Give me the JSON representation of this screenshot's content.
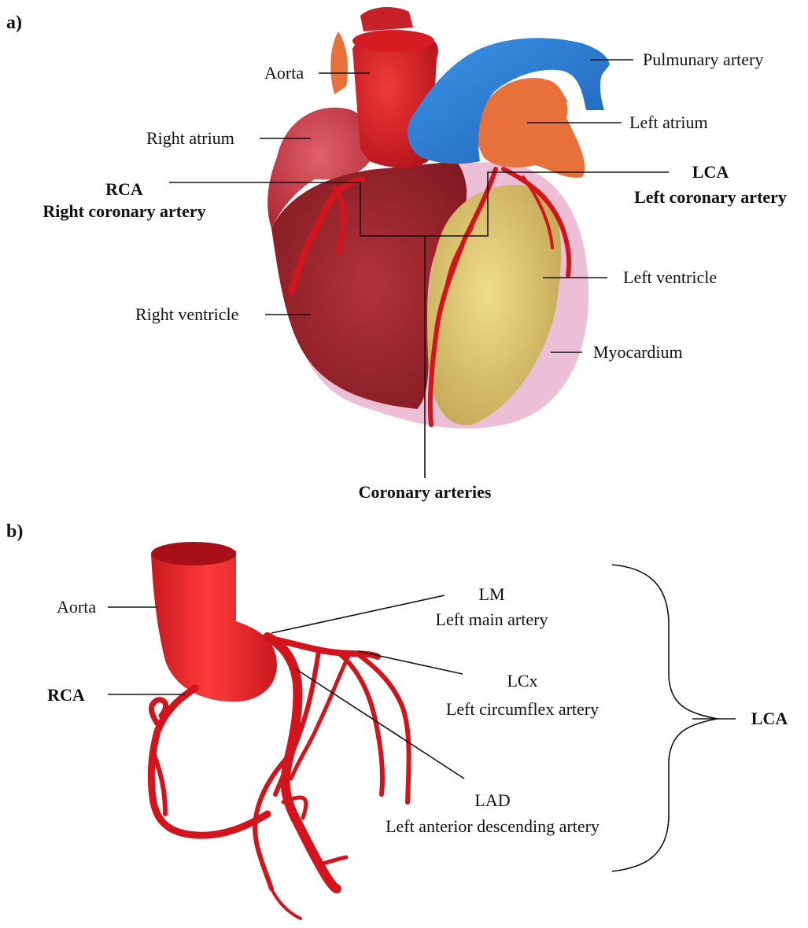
{
  "panel_a": {
    "tag": "a)",
    "labels": {
      "aorta": "Aorta",
      "pulmunary_artery": "Pulmunary artery",
      "right_atrium": "Right atrium",
      "left_atrium": "Left atrium",
      "rca_abbr": "RCA",
      "rca_full": "Right coronary artery",
      "lca_abbr": "LCA",
      "lca_full": "Left coronary artery",
      "left_ventricle": "Left ventricle",
      "right_ventricle": "Right ventricle",
      "myocardium": "Myocardium",
      "coronary_arteries": "Coronary arteries"
    }
  },
  "panel_b": {
    "tag": "b)",
    "labels": {
      "aorta": "Aorta",
      "rca": "RCA",
      "lm_abbr": "LM",
      "lm_full": "Left main artery",
      "lcx_abbr": "LCx",
      "lcx_full": "Left circumflex artery",
      "lad_abbr": "LAD",
      "lad_full": "Left anterior descending artery",
      "lca": "LCA"
    }
  },
  "colors": {
    "artery_red": "#d4141c",
    "pulmonary_blue": "#2f7fd0",
    "atrium_orange": "#e8703a",
    "ventricle_yellow": "#d9c46e",
    "myocardium_pink": "#e6a9c9",
    "right_heart_red": "#a8242c"
  }
}
